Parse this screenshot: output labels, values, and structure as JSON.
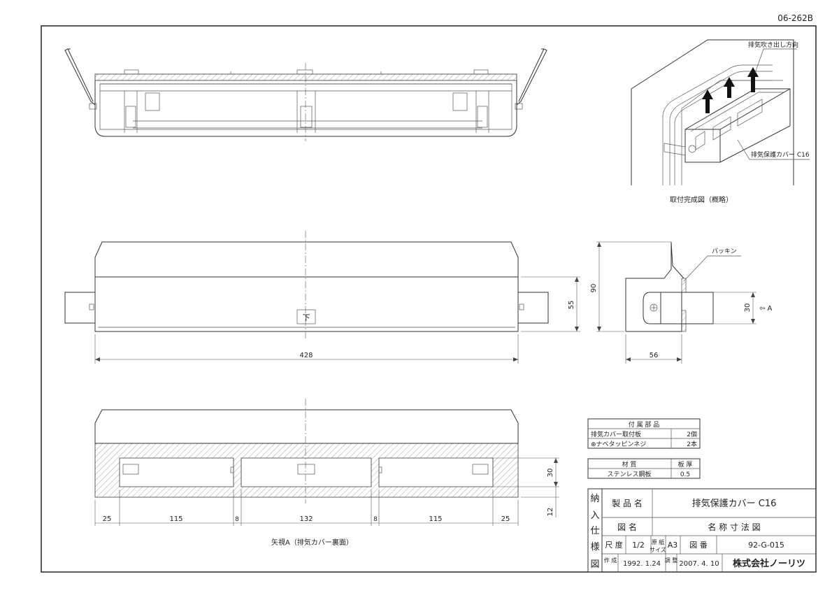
{
  "sheet_code": "06-262B",
  "iso_view": {
    "arrow_label": "排気吹き出し方向",
    "part_label": "排気保護カバー C16",
    "caption": "取付完成図（概略）"
  },
  "front_view": {
    "down_mark": "下",
    "dims": {
      "width": "428",
      "height": "55"
    }
  },
  "side_view": {
    "gasket_label": "パッキン",
    "view_arrow": "⇦ A",
    "dims": {
      "height": "90",
      "depth": "56",
      "opening": "30"
    }
  },
  "bottom_view": {
    "caption": "矢視A（排気カバー裏面）",
    "dims": {
      "d1": "25",
      "d2": "115",
      "d3": "8",
      "d4": "132",
      "d5": "8",
      "d6": "115",
      "d7": "25",
      "right1": "30",
      "right2": "12"
    }
  },
  "parts_table": {
    "header": "付 属 部 品",
    "rows": [
      {
        "name": "排気カバー取付板",
        "qty": "2個"
      },
      {
        "name": "⊕ナベタッピンネジ",
        "qty": "2本"
      }
    ]
  },
  "material_table": {
    "col_material": "材 質",
    "col_thickness": "板 厚",
    "material": "ステンレス鋼板",
    "thickness": "0.5"
  },
  "title_block": {
    "side_label": [
      "納",
      "入",
      "仕",
      "様",
      "図"
    ],
    "product_name_label": "製 品 名",
    "product_name": "排気保護カバー C16",
    "drawing_name_label": "図 名",
    "drawing_name": "名 称 寸 法 図",
    "scale_label": "尺 度",
    "scale": "1/2",
    "paper_size_label_1": "原 紙",
    "paper_size_label_2": "サイズ",
    "paper_size": "A3",
    "drawing_no_label": "図 番",
    "drawing_no": "92-G-015",
    "created_label": "作 成",
    "created_date": "1992. 1.24",
    "revised_label": "調 整",
    "revised_date": "2007. 4. 10",
    "company": "株式会社ノーリツ"
  }
}
